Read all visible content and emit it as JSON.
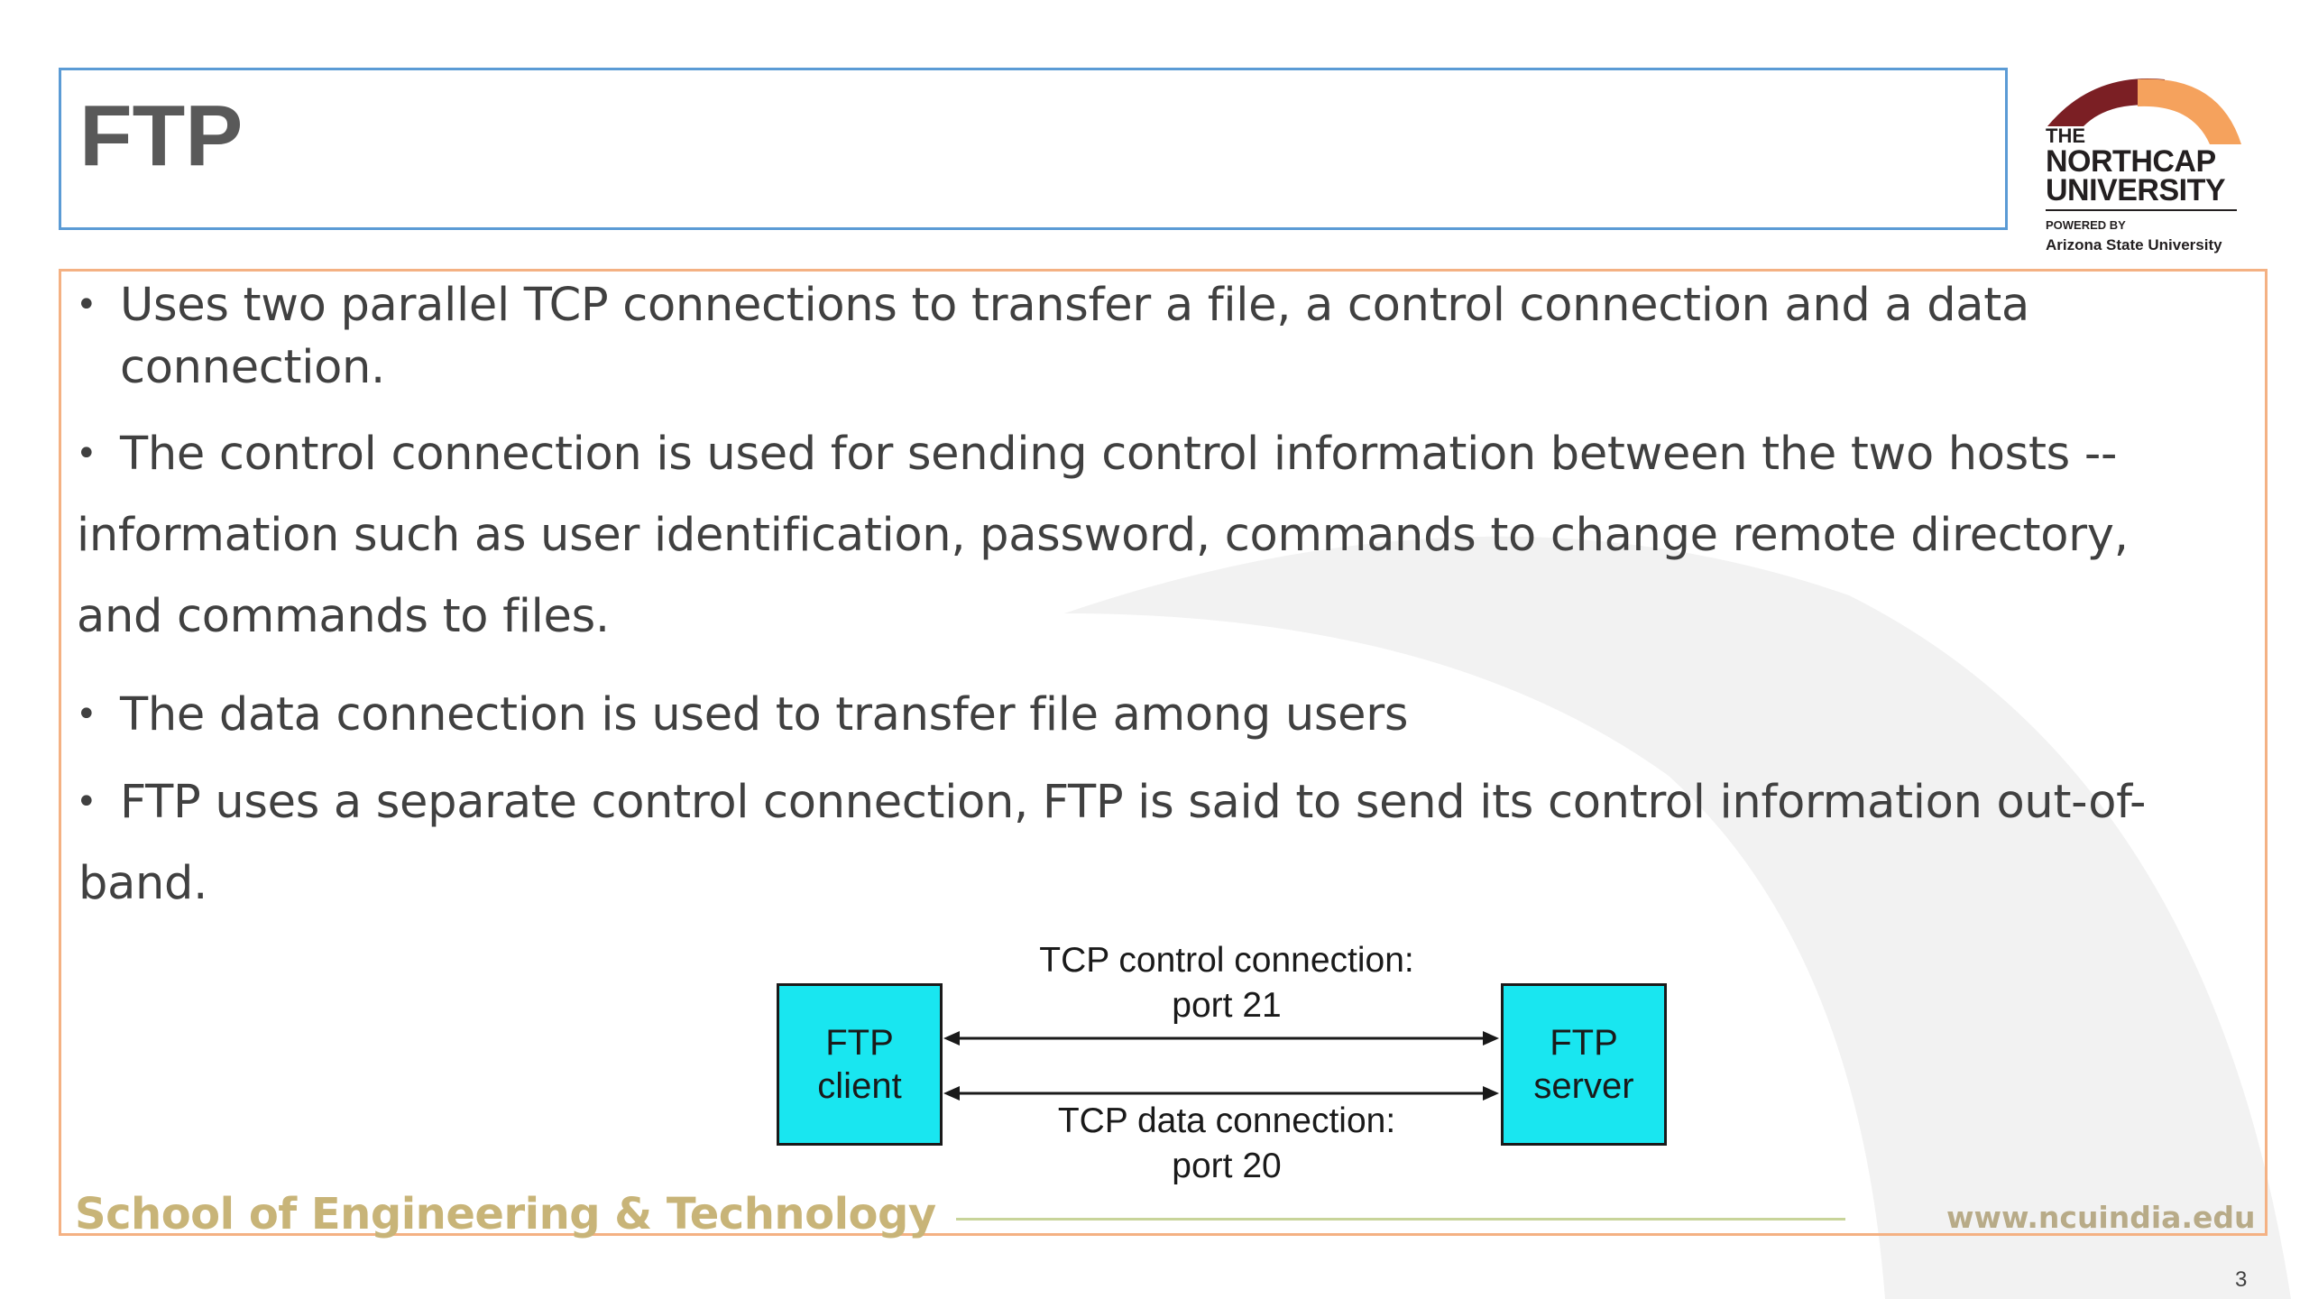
{
  "slide": {
    "title": "FTP",
    "logo": {
      "line1": "THE",
      "line2": "NORTHCAP",
      "line3": "UNIVERSITY",
      "line4": "POWERED BY",
      "line5": "Arizona State University"
    },
    "bullets": [
      {
        "lines": [
          "Uses two parallel TCP connections to transfer a file, a control connection and a data",
          "connection."
        ]
      },
      {
        "lines": [
          "The control connection is used for sending control information between the two hosts --",
          "information such as user identification, password, commands to change remote directory,",
          "and commands to files."
        ]
      },
      {
        "lines": [
          "The data connection is used to transfer  file among users"
        ]
      },
      {
        "lines": [
          "FTP uses a separate control connection, FTP is said to send its control information out-of-",
          "band."
        ]
      }
    ],
    "diagram": {
      "client_line1": "FTP",
      "client_line2": "client",
      "server_line1": "FTP",
      "server_line2": "server",
      "control_label_line1": "TCP control connection:",
      "control_label_line2": "port 21",
      "data_label_line1": "TCP data connection:",
      "data_label_line2": "port 20"
    },
    "footer": {
      "school": "School of Engineering & Technology",
      "url": "www.ncuindia.edu"
    },
    "page_number": "3"
  },
  "colors": {
    "title_border": "#5b9bd5",
    "content_border": "#f4b183",
    "box_fill": "#19e6f0",
    "footer_text": "#c8b478",
    "logo_maroon": "#7b1f24",
    "logo_orange": "#f5a25d"
  }
}
